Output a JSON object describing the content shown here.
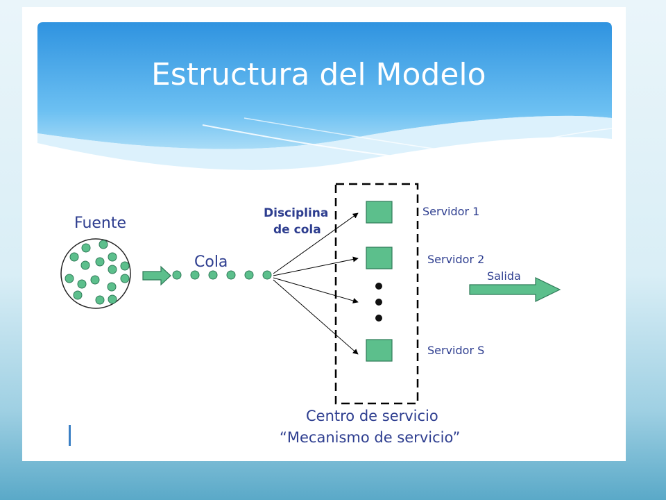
{
  "slide": {
    "title": "Estructura del Modelo"
  },
  "diagram": {
    "source_label": "Fuente",
    "queue_label": "Cola",
    "discipline_label_line1": "Disciplina",
    "discipline_label_line2": "de cola",
    "servers": [
      "Servidor 1",
      "Servidor 2",
      "Servidor S"
    ],
    "exit_label": "Salida",
    "service_center_line1": "Centro de servicio",
    "service_center_line2": "“Mecanismo de servicio”",
    "colors": {
      "node_fill": "#5cbf8c",
      "node_stroke": "#2f7a58",
      "server_fill": "#5cbf8c",
      "text_blue": "#2d3d8f",
      "header_blue": "#3a9ee8"
    }
  }
}
